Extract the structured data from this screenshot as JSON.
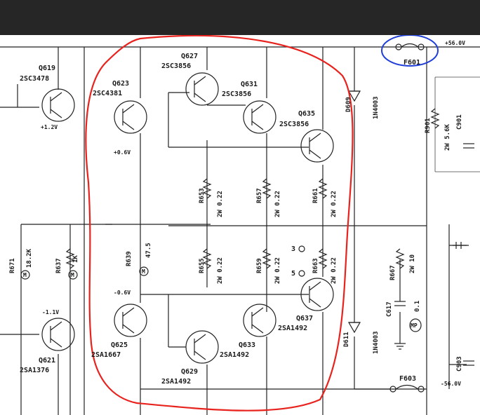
{
  "transistors": {
    "q619": {
      "ref": "Q619",
      "part": "2SC3478"
    },
    "q623": {
      "ref": "Q623",
      "part": "2SC4381"
    },
    "q627": {
      "ref": "Q627",
      "part": "2SC3856"
    },
    "q631": {
      "ref": "Q631",
      "part": "2SC3856"
    },
    "q635": {
      "ref": "Q635",
      "part": "2SC3856"
    },
    "q621": {
      "ref": "Q621",
      "part": "2SA1376"
    },
    "q625": {
      "ref": "Q625",
      "part": "2SA1667"
    },
    "q629": {
      "ref": "Q629",
      "part": "2SA1492"
    },
    "q633": {
      "ref": "Q633",
      "part": "2SA1492"
    },
    "q637": {
      "ref": "Q637",
      "part": "2SA1492"
    }
  },
  "resistors": {
    "r653": {
      "ref": "R653",
      "value": "2W 0.22"
    },
    "r657": {
      "ref": "R657",
      "value": "2W 0.22"
    },
    "r661": {
      "ref": "R661",
      "value": "2W 0.22"
    },
    "r655": {
      "ref": "R655",
      "value": "2W 0.22"
    },
    "r659": {
      "ref": "R659",
      "value": "2W 0.22"
    },
    "r663": {
      "ref": "R663",
      "value": "2W 0.22"
    },
    "r671": {
      "ref": "R671",
      "value": "18.2K"
    },
    "r637": {
      "ref": "R637",
      "value": "1K"
    },
    "r639": {
      "ref": "R639",
      "value": "47.5"
    },
    "r667": {
      "ref": "R667",
      "value": "2W 10"
    },
    "r901": {
      "ref": "R901",
      "value": "2W 5.6K"
    }
  },
  "diodes": {
    "d609": {
      "ref": "D609",
      "part": "1N4003"
    },
    "d611": {
      "ref": "D611",
      "part": "1N4003"
    }
  },
  "capacitors": {
    "c617": {
      "ref": "C617",
      "value": "0.1"
    },
    "c901": {
      "ref": "C901"
    },
    "c903": {
      "ref": "C903"
    }
  },
  "fuses": {
    "f601": {
      "ref": "F601"
    },
    "f603": {
      "ref": "F603"
    }
  },
  "voltages": {
    "v_q619": "+1.2V",
    "v_q623": "+0.6V",
    "v_q621": "-1.1V",
    "v_q625": "-0.6V",
    "rail_pos": "+56.0V",
    "rail_neg": "-56.0V"
  },
  "terminals": {
    "t3": "3",
    "t5": "5"
  },
  "marks": {
    "m": "M",
    "mp": "MP"
  },
  "colors": {
    "highlight_red": "#e8231e",
    "highlight_blue": "#1f3fd6",
    "topbar": "#262626"
  }
}
